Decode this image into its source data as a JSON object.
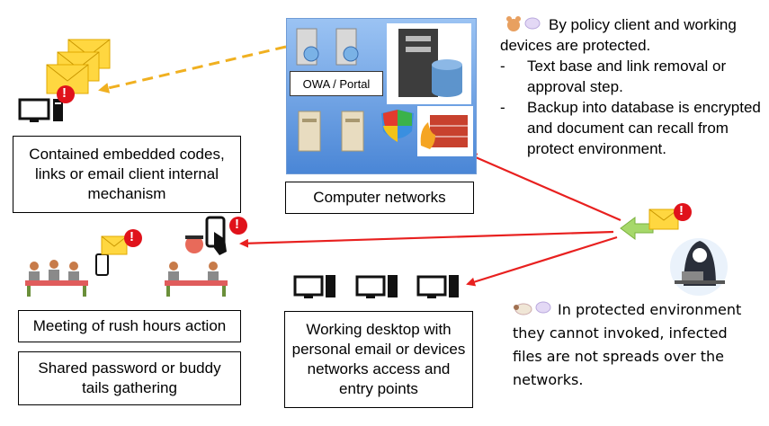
{
  "network": {
    "owa_label": "OWA / Portal",
    "caption": "Computer networks"
  },
  "left_top_caption": "Contained embedded codes, links or email client internal mechanism",
  "meeting_caption": "Meeting of rush hours action",
  "shared_caption": "Shared password or buddy tails gathering",
  "desktop_caption": "Working desktop with personal email or devices networks access and entry points",
  "policy_note": {
    "lead": "By policy client and working devices are protected.",
    "bullets": [
      "Text base and link removal or approval step.",
      "Backup into database is encrypted and document can recall from protect environment."
    ],
    "dash": "-"
  },
  "protected_note": "In protected environment they cannot invoked, infected files are not spreads over the networks.",
  "alert_glyph": "!",
  "icons": [
    "mail-stack-icon",
    "desktop-icon",
    "alert-icon",
    "server-icon",
    "database-icon",
    "shield-icon",
    "firewall-icon",
    "meeting-icon",
    "phone-icon",
    "touch-phone-icon",
    "hacker-icon",
    "teddy-icon",
    "sheep-icon",
    "speech-bubble-icon"
  ],
  "colors": {
    "red_arrow": "#e8201f",
    "yellow_arrow": "#f0b020",
    "alert": "#e0121b",
    "mail": "#ffd740",
    "network_panel": "#5b93dc"
  }
}
